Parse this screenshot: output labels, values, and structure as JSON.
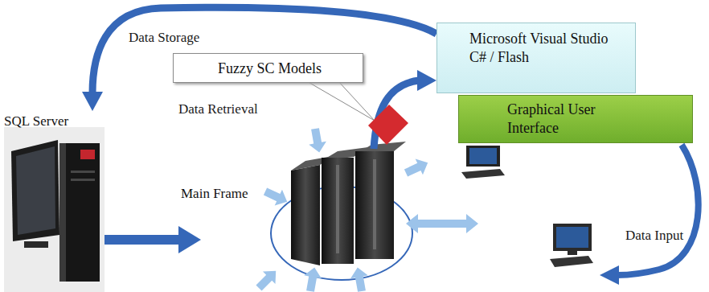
{
  "diagram": {
    "nodes": [
      {
        "text": [
          "Microsoft Visual Studio C# / Flash"
        ]
      },
      {
        "text": [
          "Fuzzy SC Models"
        ]
      },
      {
        "text": [
          "Graphical User Interface"
        ]
      },
      {
        "text": [
          "SQL Server"
        ]
      },
      {
        "text": [
          "Main Frame"
        ]
      }
    ],
    "edges": [
      {
        "from": 0,
        "to": 3,
        "arrow": "to",
        "label": "Data Storage"
      },
      {
        "from": 3,
        "to": 4,
        "arrow": "to"
      },
      {
        "from": 4,
        "to": 0,
        "arrow": "to"
      }
    ],
    "labels": [
      "Data Retrieval",
      "Data Input"
    ]
  }
}
